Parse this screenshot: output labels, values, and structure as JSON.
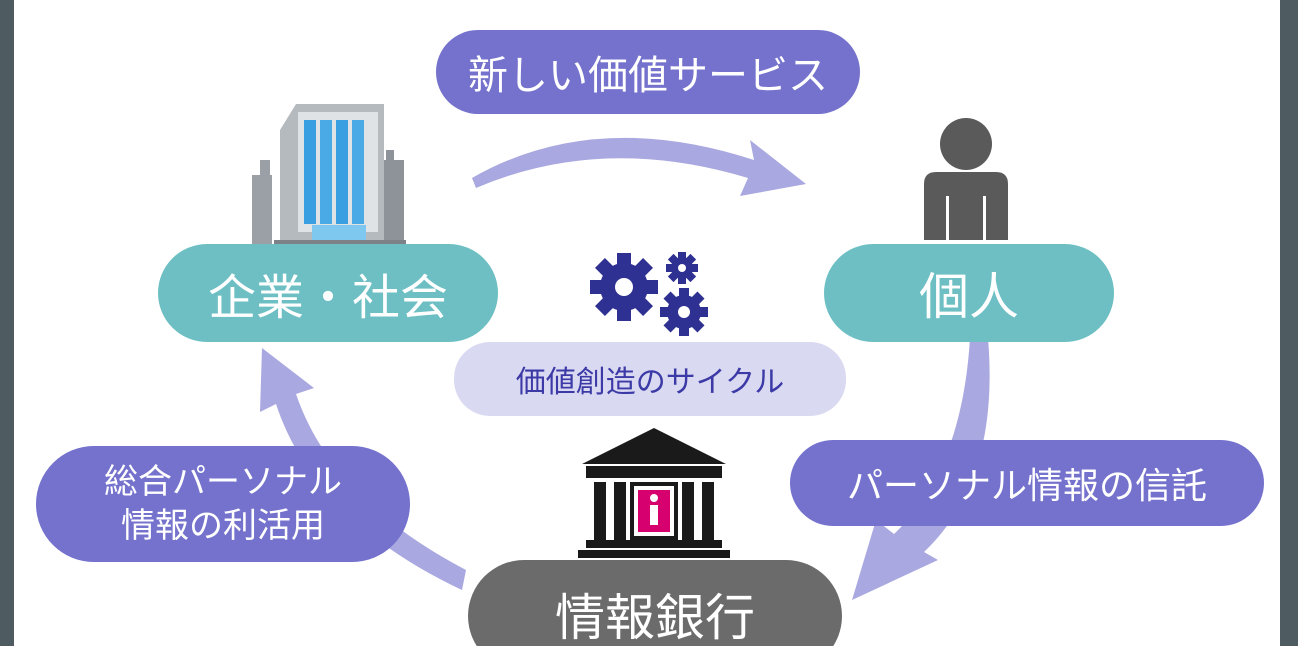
{
  "nodes": {
    "company": "企業・社会",
    "individual": "個人",
    "bank": "情報銀行"
  },
  "flows": {
    "new_value_service": "新しい価値サービス",
    "trust": "パーソナル情報の信託",
    "utilization_line1": "総合パーソナル",
    "utilization_line2": "情報の利活用"
  },
  "center_label": "価値創造のサイクル",
  "icons": [
    "office-building-icon",
    "person-icon",
    "gears-icon",
    "bank-info-icon"
  ],
  "colors": {
    "flow_pill": "#7472cc",
    "node_pill": "#6dbfc3",
    "bank_pill": "#6b6b6b",
    "center_pill": "#dad9f2",
    "arrow": "#a9a8e0",
    "gear": "#2f3192",
    "bank_accent": "#d6006f"
  }
}
